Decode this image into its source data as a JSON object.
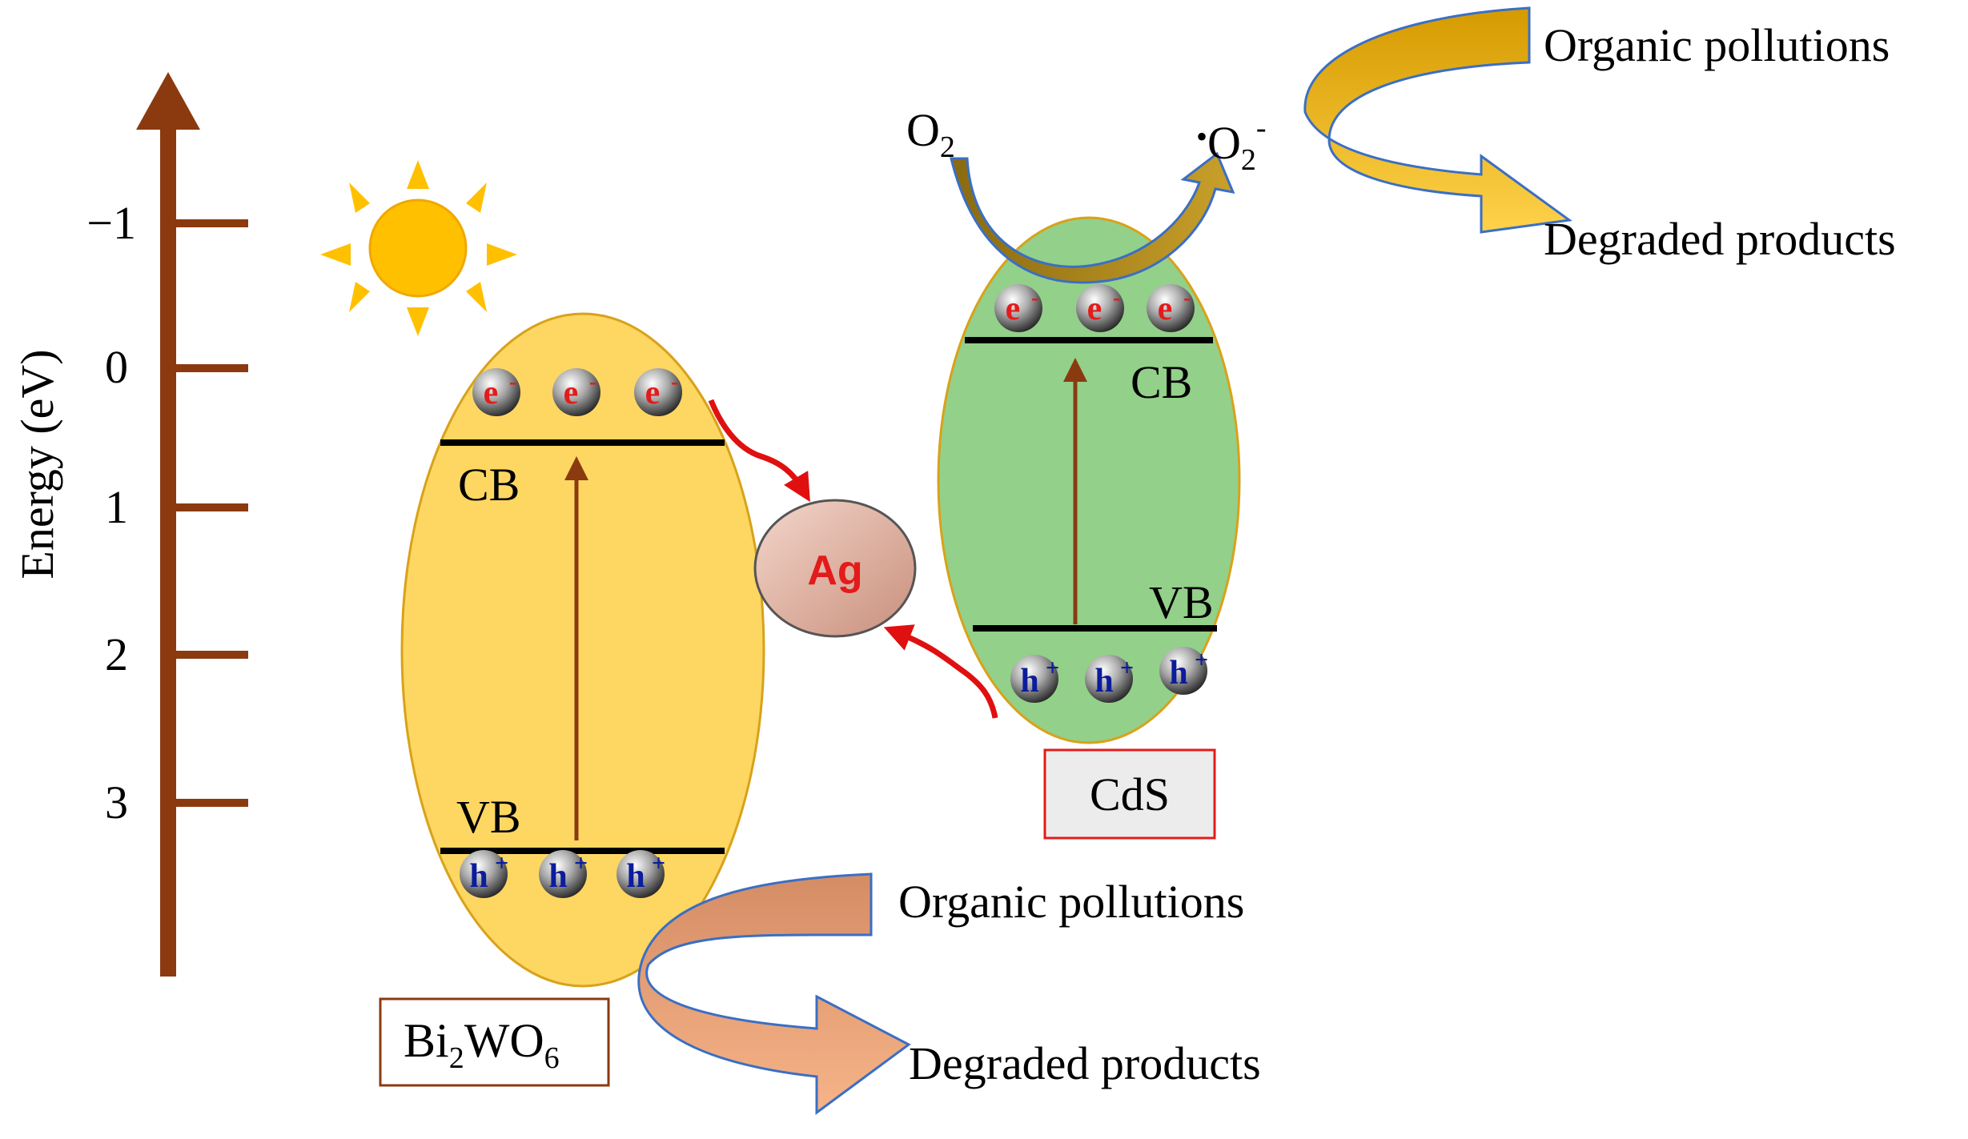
{
  "axis": {
    "label": "Energy (eV)",
    "ticks": [
      "−1",
      "0",
      "1",
      "2",
      "3"
    ]
  },
  "bi2wo6": {
    "cb_label": "CB",
    "vb_label": "VB",
    "name_main": "Bi",
    "name_sub1": "2",
    "name_mid": "WO",
    "name_sub2": "6"
  },
  "cds": {
    "cb_label": "CB",
    "vb_label": "VB",
    "name": "CdS"
  },
  "ag_label": "Ag",
  "carriers": {
    "electron": "e",
    "electron_charge": "-",
    "hole": "h",
    "hole_charge": "+"
  },
  "oxygen": {
    "o2_main": "O",
    "o2_sub": "2",
    "radical_dot": "•",
    "radical_main": "O",
    "radical_sub": "2",
    "radical_sup": "-"
  },
  "top_cycle": {
    "input": "Organic pollutions",
    "output": "Degraded products"
  },
  "bottom_cycle": {
    "input": "Organic pollutions",
    "output": "Degraded products"
  },
  "colors": {
    "axis": "#8b3a0f",
    "bi2wo6_fill": "#fdd762",
    "cds_fill": "#93d08a",
    "ag_fill": "#e7b9a8",
    "transfer_arrow": "#e01010",
    "sun": "#ffc000",
    "electron_text": "#e31b1b",
    "hole_text": "#0b1c9c"
  }
}
